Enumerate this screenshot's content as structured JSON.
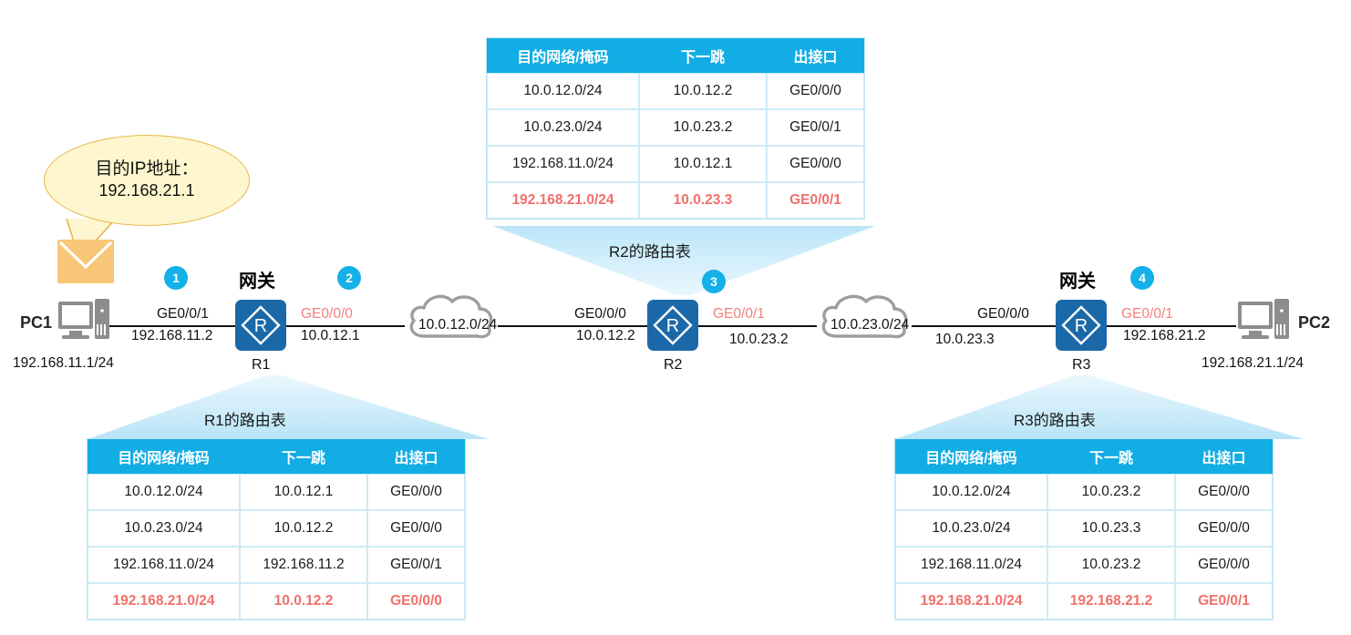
{
  "title": "IP routing forwarding path diagram",
  "table_columns": [
    "目的网络/掩码",
    "下一跳",
    "出接口"
  ],
  "tables": [
    {
      "id": "r1",
      "caption": "R1的路由表",
      "rows": [
        {
          "dest": "10.0.12.0/24",
          "nexthop": "10.0.12.1",
          "iface": "GE0/0/0",
          "highlight": false
        },
        {
          "dest": "10.0.23.0/24",
          "nexthop": "10.0.12.2",
          "iface": "GE0/0/0",
          "highlight": false
        },
        {
          "dest": "192.168.11.0/24",
          "nexthop": "192.168.11.2",
          "iface": "GE0/0/1",
          "highlight": false
        },
        {
          "dest": "192.168.21.0/24",
          "nexthop": "10.0.12.2",
          "iface": "GE0/0/0",
          "highlight": true
        }
      ]
    },
    {
      "id": "r2",
      "caption": "R2的路由表",
      "rows": [
        {
          "dest": "10.0.12.0/24",
          "nexthop": "10.0.12.2",
          "iface": "GE0/0/0",
          "highlight": false
        },
        {
          "dest": "10.0.23.0/24",
          "nexthop": "10.0.23.2",
          "iface": "GE0/0/1",
          "highlight": false
        },
        {
          "dest": "192.168.11.0/24",
          "nexthop": "10.0.12.1",
          "iface": "GE0/0/0",
          "highlight": false
        },
        {
          "dest": "192.168.21.0/24",
          "nexthop": "10.0.23.3",
          "iface": "GE0/0/1",
          "highlight": true
        }
      ]
    },
    {
      "id": "r3",
      "caption": "R3的路由表",
      "rows": [
        {
          "dest": "10.0.12.0/24",
          "nexthop": "10.0.23.2",
          "iface": "GE0/0/0",
          "highlight": false
        },
        {
          "dest": "10.0.23.0/24",
          "nexthop": "10.0.23.3",
          "iface": "GE0/0/0",
          "highlight": false
        },
        {
          "dest": "192.168.11.0/24",
          "nexthop": "10.0.23.2",
          "iface": "GE0/0/0",
          "highlight": false
        },
        {
          "dest": "192.168.21.0/24",
          "nexthop": "192.168.21.2",
          "iface": "GE0/0/1",
          "highlight": true
        }
      ]
    }
  ],
  "callout": {
    "line1": "目的IP地址：",
    "line2": "192.168.21.1"
  },
  "topology": {
    "pc1": {
      "name": "PC1",
      "address": "192.168.11.1/24"
    },
    "pc2": {
      "name": "PC2",
      "address": "192.168.21.1/24"
    },
    "routers": [
      {
        "name": "R1",
        "gateway_label": "网关"
      },
      {
        "name": "R2",
        "gateway_label": ""
      },
      {
        "name": "R3",
        "gateway_label": "网关"
      }
    ],
    "clouds": [
      {
        "label": "10.0.12.0/24"
      },
      {
        "label": "10.0.23.0/24"
      }
    ],
    "badges": [
      "1",
      "2",
      "3",
      "4"
    ],
    "interfaces": {
      "r1_left_iface": "GE0/0/1",
      "r1_left_ip": "192.168.11.2",
      "r1_right_iface": "GE0/0/0",
      "r1_right_ip": "10.0.12.1",
      "r2_left_iface": "GE0/0/0",
      "r2_left_ip": "10.0.12.2",
      "r2_right_iface": "GE0/0/1",
      "r2_right_ip": "10.0.23.2",
      "r3_left_iface": "GE0/0/0",
      "r3_left_ip": "10.0.23.3",
      "r3_right_iface": "GE0/0/1",
      "r3_right_ip": "192.168.21.2"
    }
  },
  "colors": {
    "header_blue": "#12ADE4",
    "highlight_red": "#F0706B",
    "router_blue": "#1B68A8",
    "badge_blue": "#14B0E8",
    "bubble_fill": "#FDF6CE",
    "bubble_border": "#E8B84B",
    "envelope": "#F8C677",
    "cloud_gray": "#9E9E9E"
  }
}
